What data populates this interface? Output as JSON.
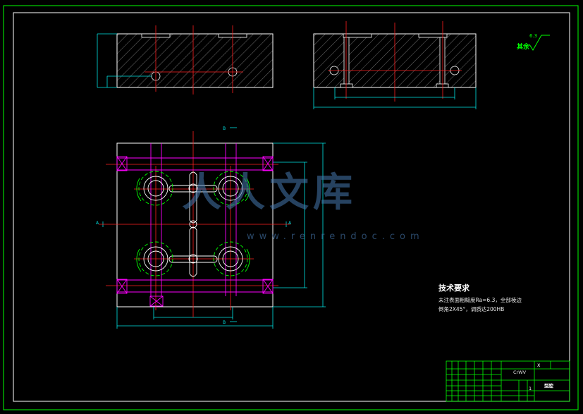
{
  "roughness": {
    "label": "其余",
    "value": "6.3"
  },
  "technical_requirements": {
    "title": "技术要求",
    "lines": [
      "未注表面粗糙度Ra=6.3，全部棱边",
      "倒角2X45°，调质达200HB"
    ]
  },
  "title_block": {
    "material": "CrWV",
    "part_name": "型腔",
    "scale_mark": "X",
    "page_mark": "1"
  },
  "section_marks": {
    "top": "B",
    "bottom": "B",
    "left": "A",
    "right": "A"
  },
  "watermark": {
    "text": "人人文库",
    "url": "www.renrendoc.com"
  },
  "colors": {
    "outline": "#ffffff",
    "center_line": "#ff2020",
    "dimension": "#00e5e5",
    "runner": "#ff00ff",
    "cavity": "#00ff00",
    "frame": "#00ff00"
  }
}
